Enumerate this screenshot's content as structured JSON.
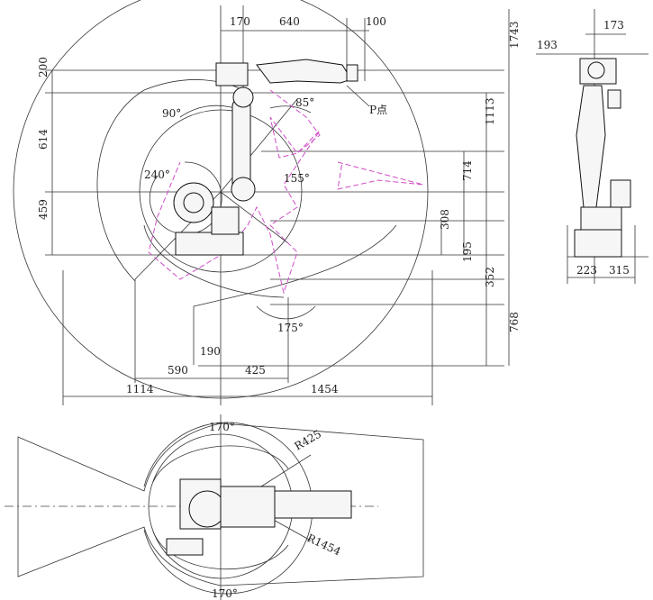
{
  "side_view": {
    "dims_top": [
      "170",
      "640",
      "100"
    ],
    "dims_left": [
      "200",
      "614",
      "459"
    ],
    "dims_right": [
      "1743",
      "1113",
      "714",
      "308",
      "195",
      "352",
      "768"
    ],
    "dims_bottom": [
      "190",
      "590",
      "425",
      "1114",
      "1454"
    ],
    "angles": [
      "85°",
      "90°",
      "240°",
      "155°",
      "175°"
    ],
    "point_label": "P点"
  },
  "rear_view": {
    "dims": [
      "193",
      "173",
      "223",
      "315"
    ]
  },
  "top_view": {
    "angles_top": "170°",
    "angles_bottom": "170°",
    "radius_inner": "R425",
    "radius_outer": "R1454"
  },
  "colors": {
    "line": "#222222",
    "trajectory": "#d04dc8",
    "background": "#ffffff"
  }
}
